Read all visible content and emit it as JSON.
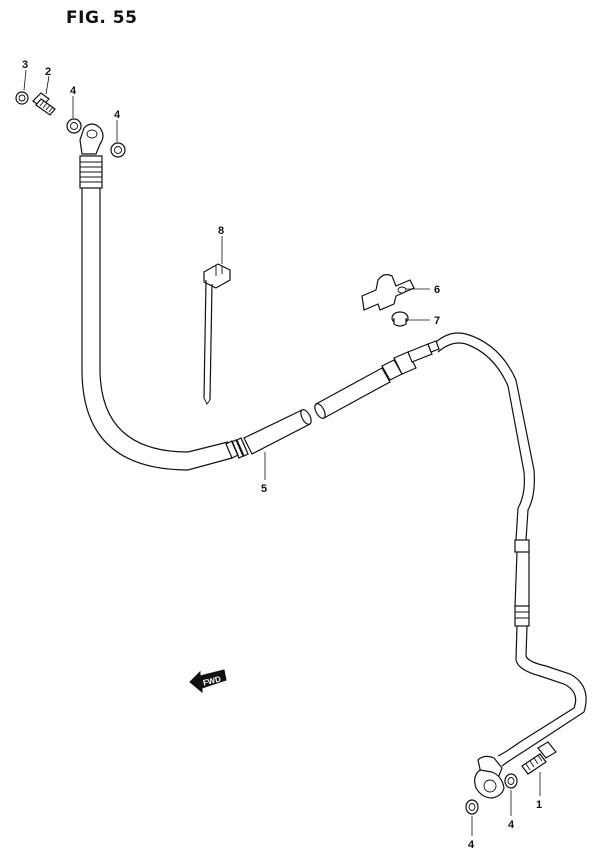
{
  "figure": {
    "title": "FIG. 55"
  },
  "callouts": [
    {
      "id": "c3a",
      "label": "3"
    },
    {
      "id": "c2",
      "label": "2"
    },
    {
      "id": "c4a",
      "label": "4"
    },
    {
      "id": "c4b",
      "label": "4"
    },
    {
      "id": "c8",
      "label": "8"
    },
    {
      "id": "c6",
      "label": "6"
    },
    {
      "id": "c7",
      "label": "7"
    },
    {
      "id": "c5",
      "label": "5"
    },
    {
      "id": "c1",
      "label": "1"
    },
    {
      "id": "c4c",
      "label": "4"
    },
    {
      "id": "c4d",
      "label": "4"
    }
  ],
  "direction_arrow": {
    "label": "FWD"
  }
}
